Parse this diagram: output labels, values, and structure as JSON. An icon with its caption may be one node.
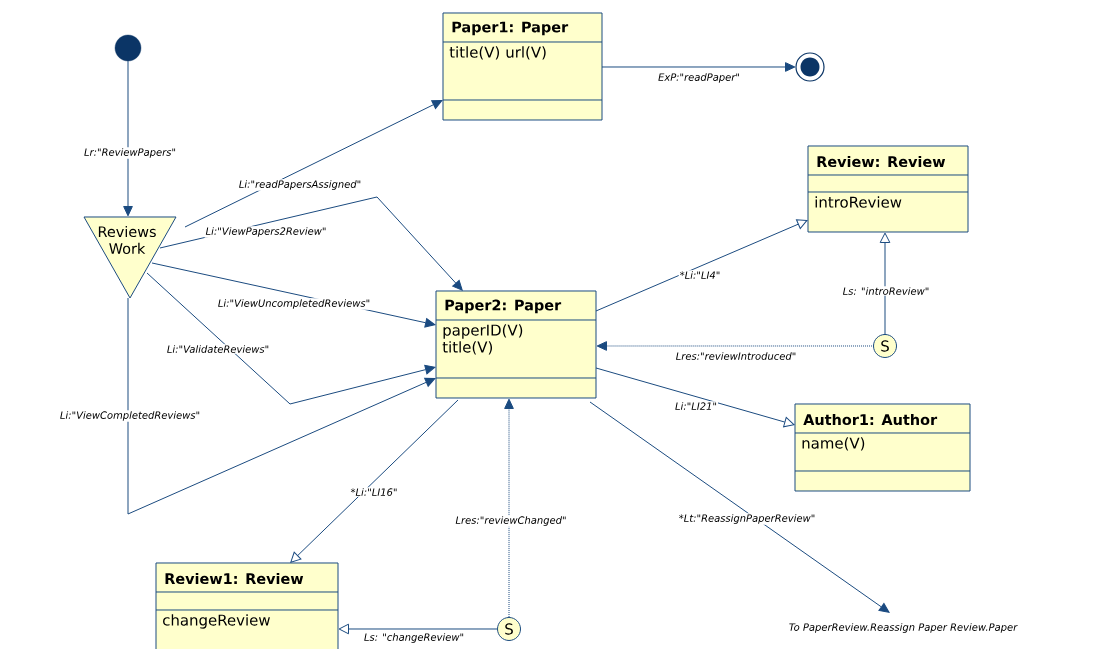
{
  "diagram": {
    "nodes": [
      {
        "text": [],
        "shape": "circle"
      },
      {
        "text": [
          "Paper1: Paper",
          "title(V) url(V)"
        ]
      },
      {
        "text": [],
        "shape": "circle"
      },
      {
        "text": [
          "Reviews Work"
        ]
      },
      {
        "text": [
          "Review: Review",
          "introReview"
        ]
      },
      {
        "text": [
          "Paper2: Paper",
          "paperID(V) title(V)"
        ]
      },
      {
        "text": [
          "S"
        ]
      },
      {
        "text": [
          "Author1: Author",
          "name(V)"
        ]
      },
      {
        "text": [
          "Review1: Review",
          "changeReview"
        ]
      },
      {
        "text": [
          "S"
        ]
      },
      {
        "text": [
          "To PaperReview.Reassign Paper Review.Paper"
        ]
      }
    ],
    "edges": [
      {
        "from": 0,
        "to": 3,
        "arrow": "to",
        "label": "Lr:\"ReviewPapers\""
      },
      {
        "from": 3,
        "to": 1,
        "arrow": "to",
        "label": "Li:\"readPapersAssigned\""
      },
      {
        "from": 3,
        "to": 5,
        "arrow": "to",
        "label": "Li:\"ViewPapers2Review\""
      },
      {
        "from": 3,
        "to": 5,
        "arrow": "to",
        "label": "Li:\"ViewUncompletedReviews\""
      },
      {
        "from": 3,
        "to": 5,
        "arrow": "to",
        "label": "Li:\"ValidateReviews\""
      },
      {
        "from": 3,
        "to": 5,
        "arrow": "to",
        "label": "Li:\"ViewCompletedReviews\""
      },
      {
        "from": 1,
        "to": 2,
        "arrow": "to",
        "label": "ExP:\"readPaper\""
      },
      {
        "from": 5,
        "to": 4,
        "arrow": "to",
        "label": "*Li:\"LI4\""
      },
      {
        "from": 6,
        "to": 4,
        "arrow": "to",
        "label": "Ls: \"introReview\""
      },
      {
        "from": 6,
        "to": 5,
        "arrow": "to",
        "label": "Lres:\"reviewIntroduced\"",
        "style": "dashed"
      },
      {
        "from": 5,
        "to": 7,
        "arrow": "to",
        "label": "Li:\"LI21\""
      },
      {
        "from": 5,
        "to": 8,
        "arrow": "to",
        "label": "*Li:\"LI16\""
      },
      {
        "from": 9,
        "to": 5,
        "arrow": "to",
        "label": "Lres:\"reviewChanged\"",
        "style": "dashed"
      },
      {
        "from": 9,
        "to": 8,
        "arrow": "to",
        "label": "Ls: \"changeReview\""
      },
      {
        "from": 5,
        "to": 10,
        "arrow": "to",
        "label": "*Lt:\"ReassignPaperReview\""
      }
    ]
  }
}
